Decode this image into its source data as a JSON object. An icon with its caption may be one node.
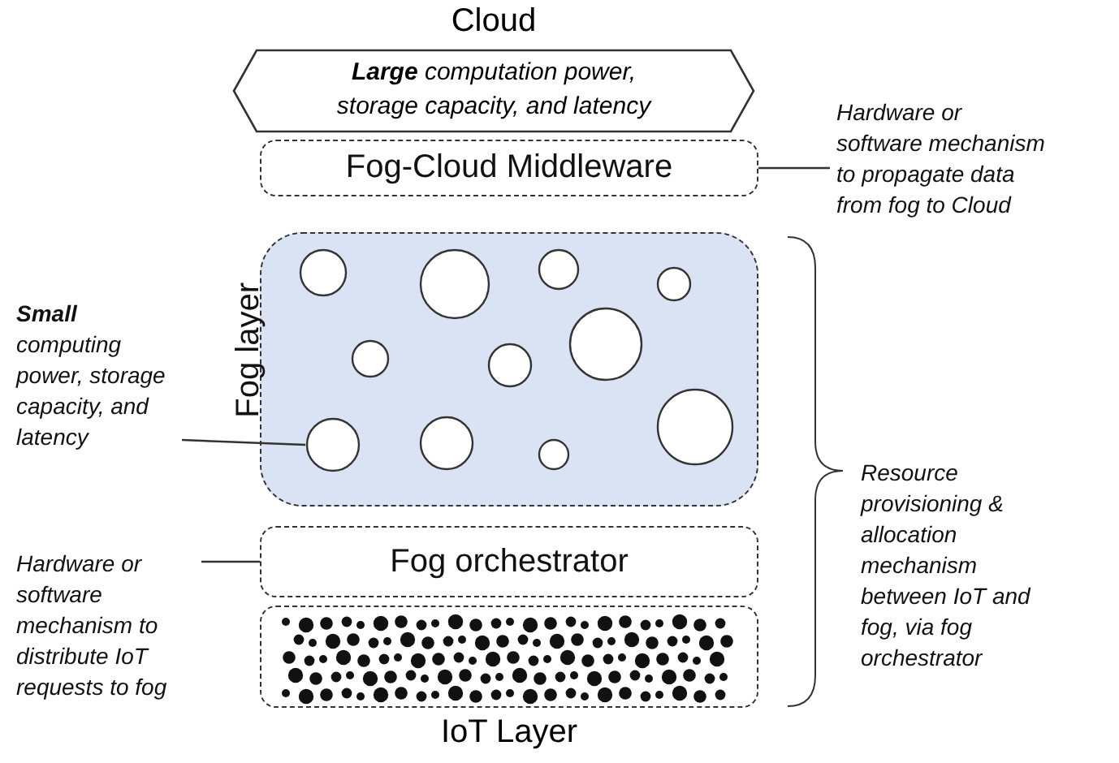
{
  "diagram": {
    "nodes": [
      {
        "text": [
          "Cloud",
          "**Large** computation power, storage capacity, and latency"
        ]
      },
      {
        "text": [
          "Fog-Cloud Middleware"
        ]
      },
      {
        "text": [
          "Fog layer"
        ]
      },
      {
        "text": [],
        "shape": "circle",
        "in": 2
      },
      {
        "text": [
          "Fog orchestrator"
        ]
      },
      {
        "text": [
          "IoT Layer"
        ]
      },
      {
        "text": [
          "Hardware or software mechanism to propagate data from fog to Cloud"
        ]
      },
      {
        "text": [
          "**Small** computing power, storage capacity, and latency"
        ]
      },
      {
        "text": [
          "Hardware or software mechanism to distribute IoT requests to fog"
        ]
      }
    ],
    "edges": [
      {
        "from": 6,
        "to": 1,
        "arrow": "none"
      },
      {
        "from": 7,
        "to": 3,
        "arrow": "none"
      },
      {
        "from": 8,
        "to": 4,
        "arrow": "none"
      }
    ],
    "labels": [
      "Resource provisioning & allocation mechanism between IoT and fog, via fog orchestrator"
    ]
  }
}
